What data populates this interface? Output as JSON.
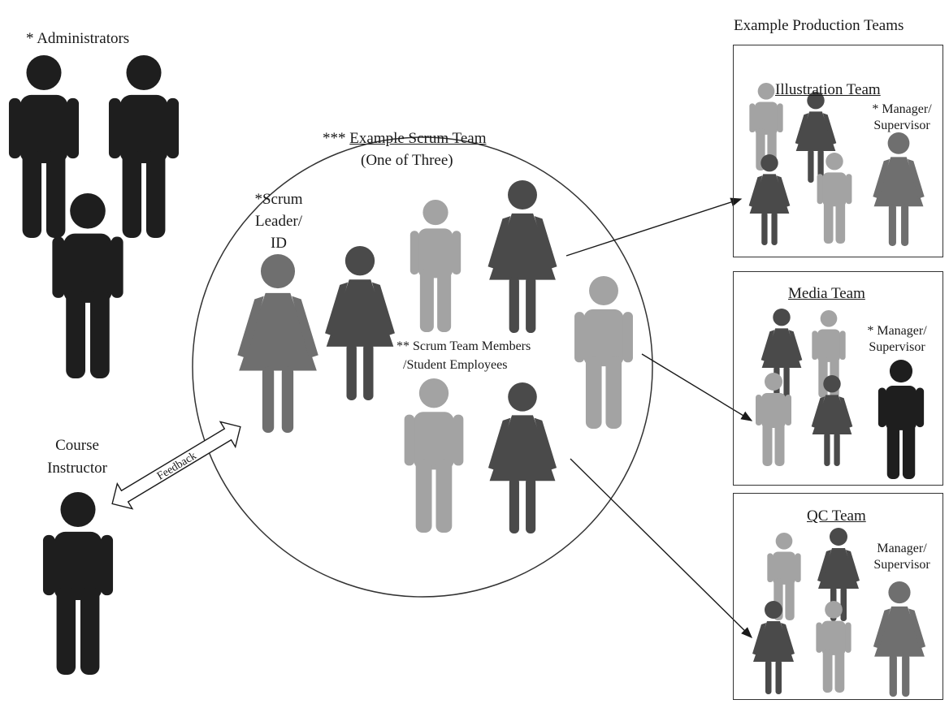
{
  "colors": {
    "black": "#1e1e1e",
    "dark": "#4a4a4a",
    "mid": "#6f6f6f",
    "light": "#a3a3a3"
  },
  "administrators_label": "* Administrators",
  "course_instructor": {
    "line1": "Course",
    "line2": "Instructor"
  },
  "feedback_label": "Feedback",
  "scrum_team": {
    "title_prefix": "***",
    "title": "Example Scrum Team",
    "subtitle": "(One of Three)",
    "leader_line1": "*Scrum",
    "leader_line2": "Leader/",
    "leader_line3": "ID",
    "members_line1": "** Scrum Team Members",
    "members_line2": "/Student Employees"
  },
  "production": {
    "heading": "Example Production Teams",
    "teams": [
      {
        "name": "Illustration Team",
        "manager_line1": "* Manager/",
        "manager_line2": "Supervisor"
      },
      {
        "name": "Media Team",
        "manager_line1": "* Manager/",
        "manager_line2": "Supervisor"
      },
      {
        "name": "QC Team",
        "manager_line1": "Manager/",
        "manager_line2": "Supervisor"
      }
    ]
  }
}
